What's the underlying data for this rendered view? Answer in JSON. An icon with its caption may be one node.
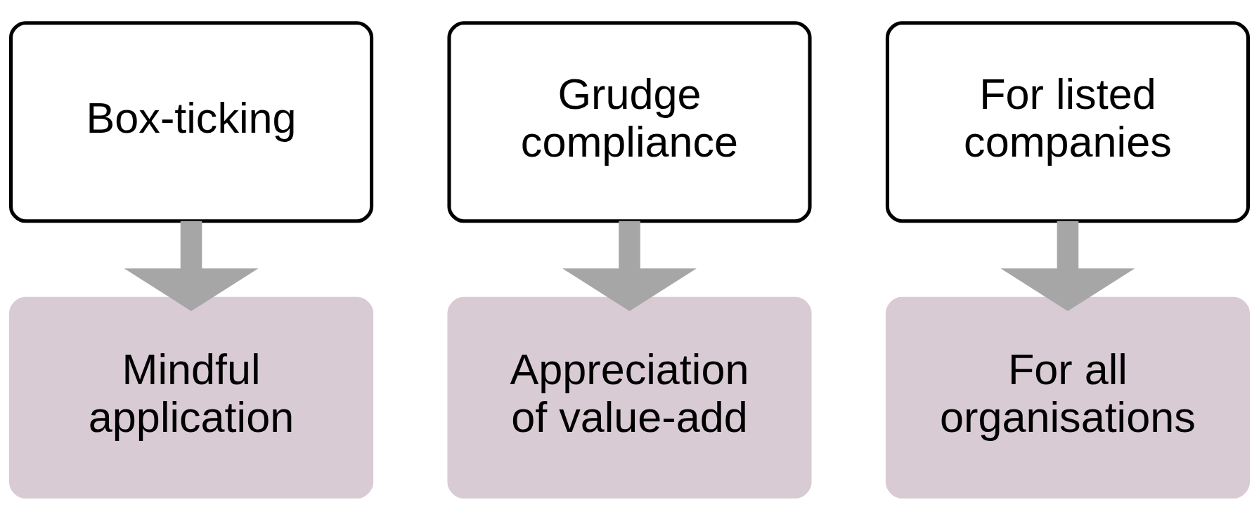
{
  "diagram": {
    "nodes": [
      {
        "text": [
          "Box-ticking"
        ]
      },
      {
        "text": [
          "Grudge compliance"
        ]
      },
      {
        "text": [
          "For listed companies"
        ]
      },
      {
        "text": [
          "Mindful application"
        ]
      },
      {
        "text": [
          "Appreciation of value-add"
        ]
      },
      {
        "text": [
          "For all organisations"
        ]
      }
    ],
    "edges": [
      {
        "from": 0,
        "to": 3,
        "arrow": "to"
      },
      {
        "from": 1,
        "to": 4,
        "arrow": "to"
      },
      {
        "from": 2,
        "to": 5,
        "arrow": "to"
      }
    ]
  }
}
